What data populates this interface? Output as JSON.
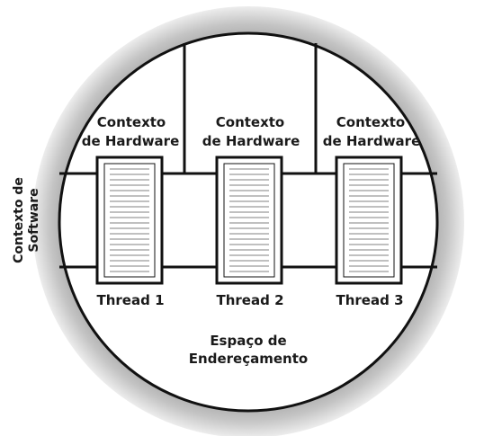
{
  "diagram": {
    "software_context_label": [
      "Contexto de",
      "Software"
    ],
    "hardware_contexts": [
      {
        "line1": "Contexto",
        "line2": "de Hardware"
      },
      {
        "line1": "Contexto",
        "line2": "de Hardware"
      },
      {
        "line1": "Contexto",
        "line2": "de Hardware"
      }
    ],
    "threads": [
      {
        "label": "Thread 1"
      },
      {
        "label": "Thread 2"
      },
      {
        "label": "Thread 3"
      }
    ],
    "address_space_label": [
      "Espaço de",
      "Endereçamento"
    ]
  }
}
